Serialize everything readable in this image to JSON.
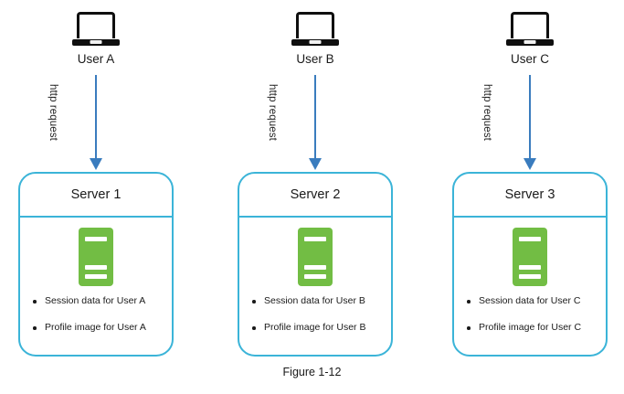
{
  "figure": {
    "caption": "Figure 1-12"
  },
  "columns": [
    {
      "user_label": "User A",
      "arrow_label": "http request",
      "server_title": "Server 1",
      "bullets": [
        "Session data for User A",
        "Profile image for User A"
      ]
    },
    {
      "user_label": "User B",
      "arrow_label": "http request",
      "server_title": "Server 2",
      "bullets": [
        "Session data for User B",
        "Profile image for User B"
      ]
    },
    {
      "user_label": "User C",
      "arrow_label": "http request",
      "server_title": "Server 3",
      "bullets": [
        "Session data for User C",
        "Profile image for User C"
      ]
    }
  ],
  "colors": {
    "arrow": "#3a7cbe",
    "box_border": "#3bb4d8",
    "server_icon": "#72bd44",
    "laptop": "#0f0f0f",
    "text": "#1a1a1a",
    "background": "#ffffff"
  },
  "icons": {
    "laptop": "laptop-icon",
    "server": "server-rack-icon",
    "arrow": "down-arrow-icon"
  }
}
